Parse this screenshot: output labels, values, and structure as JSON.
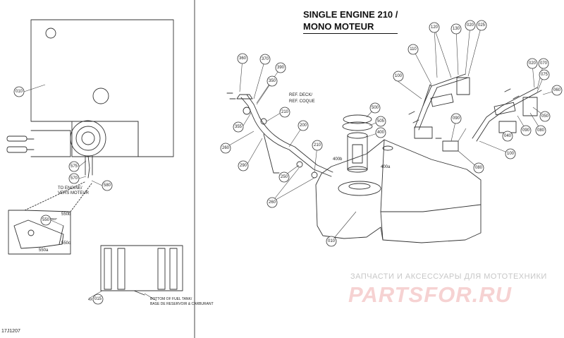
{
  "title": {
    "line1": "SINGLE ENGINE 210 /",
    "line2": "MONO MOTEUR"
  },
  "labels": {
    "to_engine_1": "TO ENGINE/",
    "to_engine_2": "VERS MOTEUR",
    "ref_deck_1": "REF. DECK/",
    "ref_deck_2": "REF. COQUE",
    "bottom_1": "BOTTOM OF FUEL TANK/",
    "bottom_2": "BASE DE RESERVOIR & CARBURANT",
    "ref_small": "REF",
    "qty_4x": "4X"
  },
  "callouts": [
    "010",
    "575",
    "570",
    "580",
    "550",
    "550b",
    "550c",
    "550a",
    "015",
    "360",
    "370",
    "390",
    "350",
    "355",
    "210",
    "260",
    "200",
    "290",
    "250",
    "260",
    "210",
    "500",
    "505",
    "400",
    "400b",
    "400a",
    "010",
    "110",
    "120",
    "130",
    "020",
    "025",
    "100",
    "070",
    "075",
    "060",
    "050",
    "080",
    "090",
    "040",
    "090",
    "080",
    "100"
  ],
  "watermark": {
    "line1": "ЗАПЧАСТИ И АКСЕССУАРЫ ДЛЯ МОТОТЕХНИКИ",
    "line2": "PARTSFOR.RU"
  },
  "diagram_code": "17J1207"
}
